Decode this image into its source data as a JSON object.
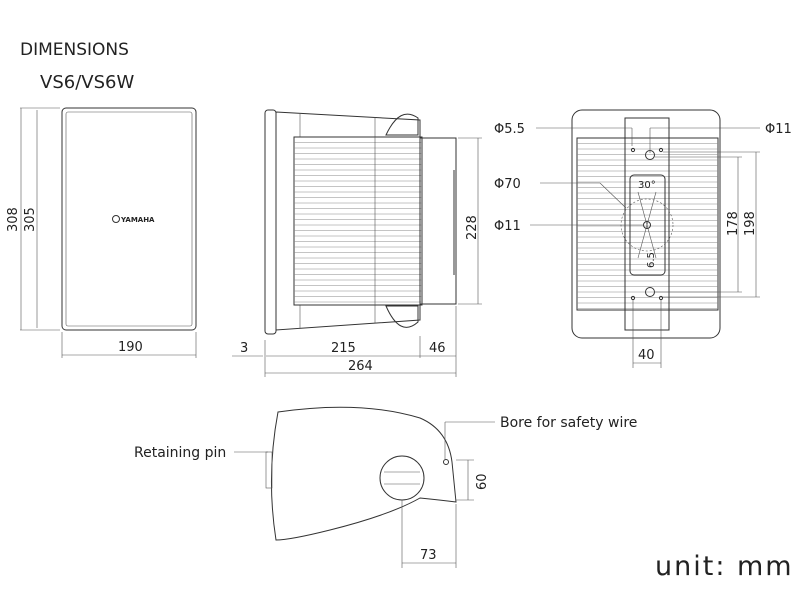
{
  "title": "DIMENSIONS",
  "model": "VS6/VS6W",
  "unit_label": "unit: mm",
  "logo_text": "YAMAHA",
  "front_view": {
    "height_outer": "308",
    "height_inner": "305",
    "width": "190"
  },
  "side_view": {
    "front_offset": "3",
    "body_depth": "215",
    "bracket_depth": "46",
    "total_depth": "264",
    "bracket_height": "228"
  },
  "rear_view": {
    "hole_small": "Φ5.5",
    "hole_top": "Φ11",
    "rotation_circle": "Φ70",
    "hole_center": "Φ11",
    "angle": "30°",
    "slot": "6.5",
    "spacing_inner": "178",
    "spacing_outer": "198",
    "width": "40"
  },
  "bottom_view": {
    "retaining_pin": "Retaining pin",
    "safety_wire": "Bore for safety wire",
    "height": "60",
    "offset": "73"
  }
}
